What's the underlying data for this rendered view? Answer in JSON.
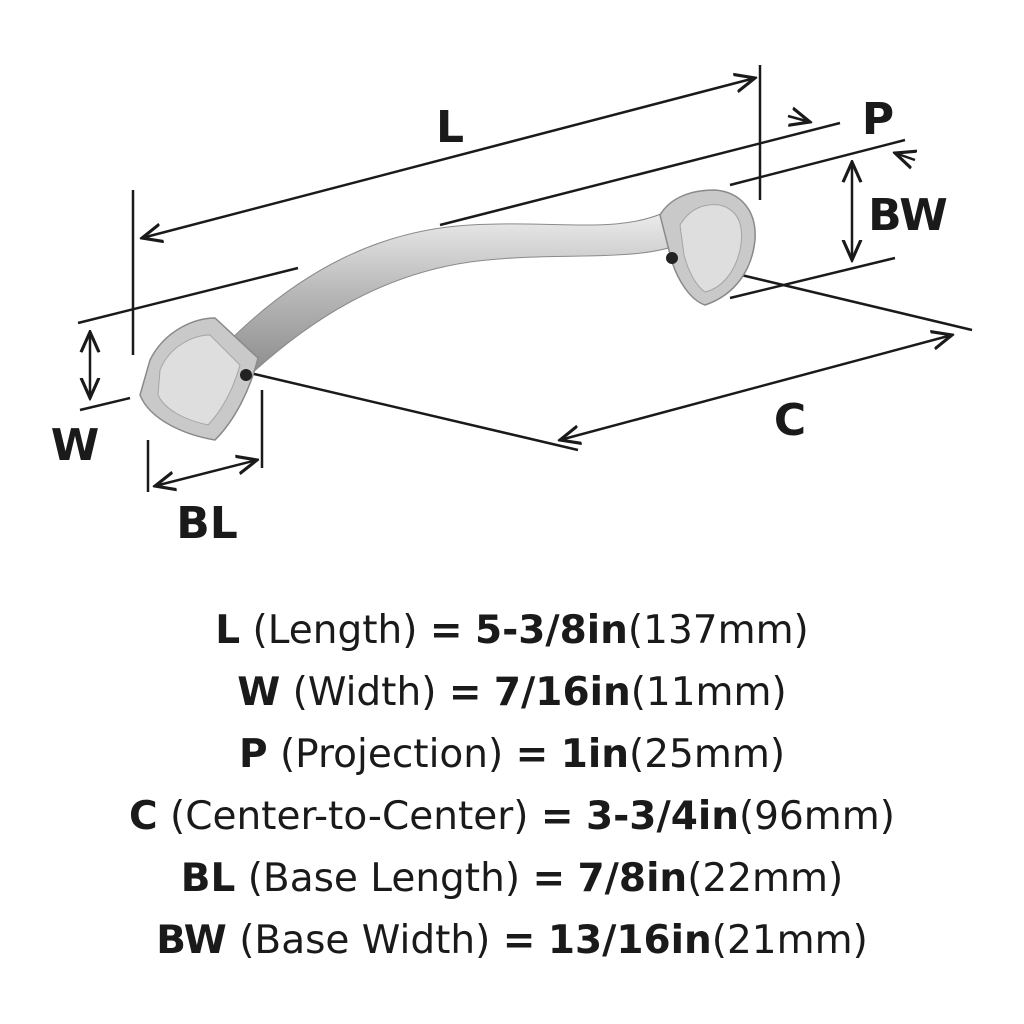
{
  "diagram": {
    "labels": {
      "L": "L",
      "P": "P",
      "BW": "BW",
      "W": "W",
      "BL": "BL",
      "C": "C"
    },
    "colors": {
      "line": "#1a1a1a",
      "metal_light": "#d9d9d9",
      "metal_mid": "#b5b5b5",
      "metal_dark": "#8a8a8a"
    }
  },
  "specs": [
    {
      "key": "L",
      "name": "(Length)",
      "eq": "=",
      "imperial": "5-3/8in",
      "metric": "(137mm)"
    },
    {
      "key": "W",
      "name": "(Width)",
      "eq": "=",
      "imperial": "7/16in",
      "metric": "(11mm)"
    },
    {
      "key": "P",
      "name": "(Projection)",
      "eq": "=",
      "imperial": "1in",
      "metric": "(25mm)"
    },
    {
      "key": "C",
      "name": "(Center-to-Center)",
      "eq": "=",
      "imperial": "3-3/4in",
      "metric": "(96mm)"
    },
    {
      "key": "BL",
      "name": "(Base Length)",
      "eq": "=",
      "imperial": "7/8in",
      "metric": "(22mm)"
    },
    {
      "key": "BW",
      "name": "(Base Width)",
      "eq": "=",
      "imperial": "13/16in",
      "metric": "(21mm)"
    }
  ]
}
